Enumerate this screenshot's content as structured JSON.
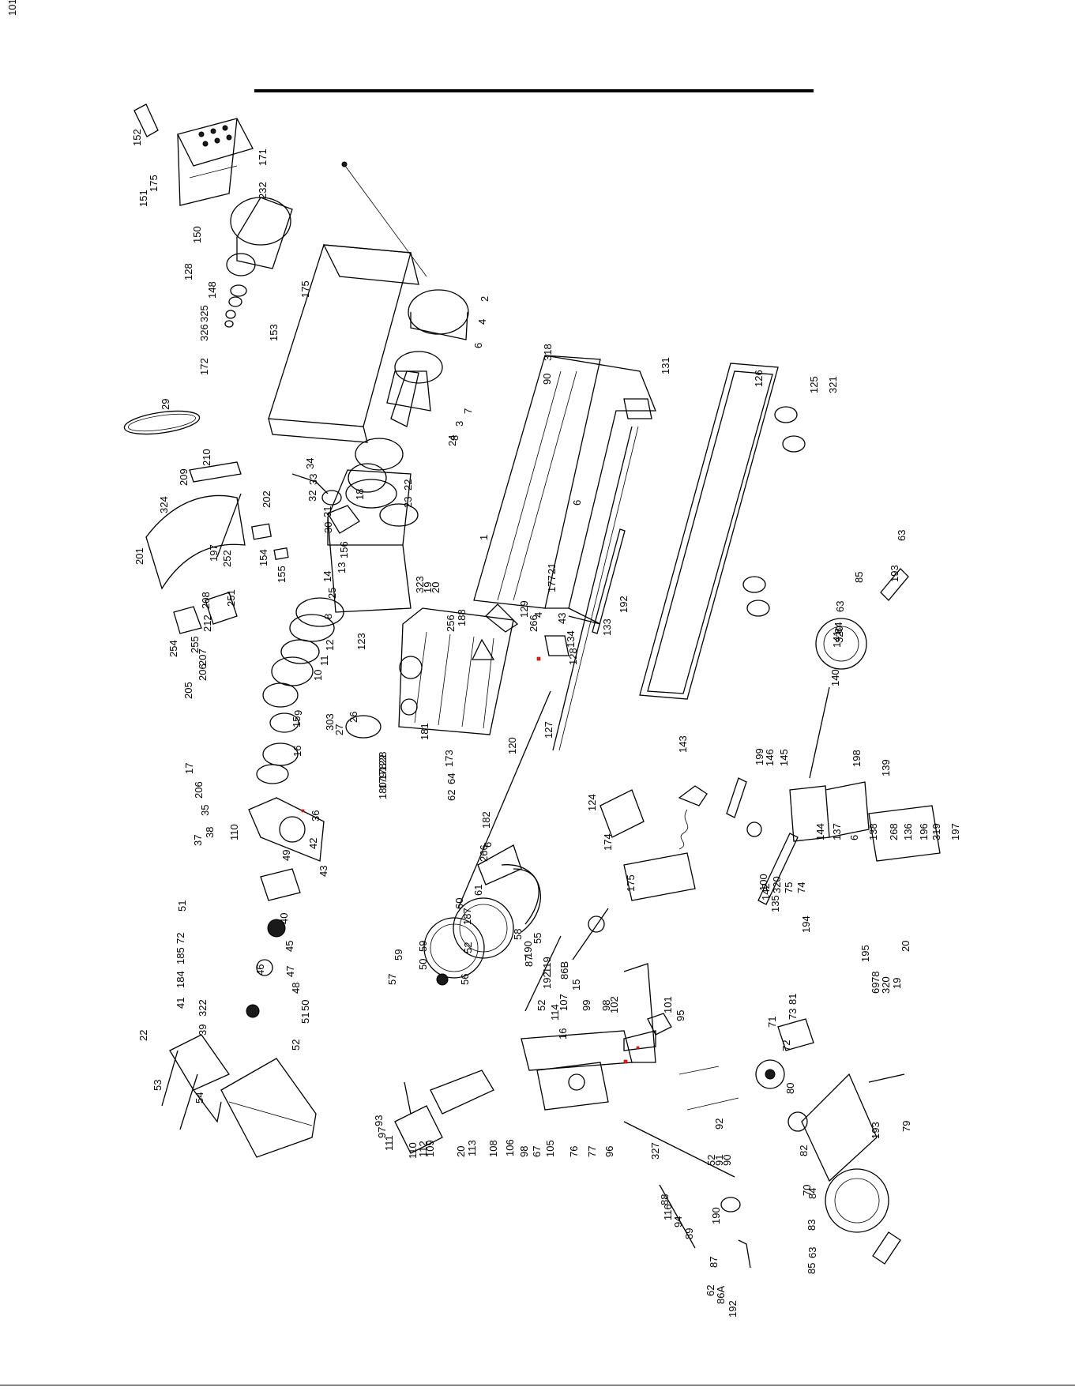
{
  "diagram": {
    "part_numbers": [
      "152",
      "175",
      "151",
      "171",
      "232",
      "150",
      "128",
      "148",
      "325",
      "326",
      "172",
      "175",
      "153",
      "2",
      "4",
      "6",
      "7",
      "3",
      "8",
      "318",
      "90",
      "131",
      "126",
      "125",
      "321",
      "29",
      "209",
      "210",
      "324",
      "202",
      "201",
      "197",
      "252",
      "251",
      "154",
      "155",
      "212",
      "208",
      "254",
      "255",
      "207",
      "206",
      "205",
      "34",
      "33",
      "32",
      "31",
      "30",
      "18",
      "156",
      "13",
      "14",
      "25",
      "8",
      "12",
      "11",
      "10",
      "9",
      "15",
      "16",
      "17",
      "206",
      "35",
      "37",
      "38",
      "110",
      "36",
      "42",
      "43",
      "22",
      "23",
      "24",
      "1",
      "323",
      "19",
      "20",
      "21",
      "177",
      "6",
      "129",
      "4",
      "266",
      "192",
      "133",
      "134",
      "128",
      "127",
      "43",
      "188",
      "256",
      "123",
      "26",
      "303",
      "27",
      "28",
      "122",
      "178",
      "179",
      "180",
      "181",
      "120",
      "173",
      "64",
      "62",
      "63",
      "193",
      "85",
      "63",
      "84",
      "320",
      "141",
      "140",
      "198",
      "139",
      "199",
      "146",
      "145",
      "144",
      "137",
      "6",
      "138",
      "268",
      "136",
      "196",
      "319",
      "197",
      "135",
      "142",
      "143",
      "124",
      "174",
      "175",
      "182",
      "6",
      "266",
      "61",
      "60",
      "187",
      "58",
      "59",
      "59",
      "50",
      "57",
      "56",
      "52",
      "51",
      "72",
      "185",
      "184",
      "41",
      "322",
      "39",
      "40",
      "45",
      "47",
      "46",
      "48",
      "50",
      "51",
      "52",
      "49",
      "22",
      "53",
      "54",
      "55",
      "190",
      "87",
      "119",
      "86B",
      "192",
      "52",
      "107",
      "114",
      "16",
      "15",
      "99",
      "98",
      "102",
      "101",
      "95",
      "93",
      "97",
      "111",
      "110",
      "112",
      "109",
      "20",
      "113",
      "108",
      "106",
      "98",
      "67",
      "105",
      "76",
      "77",
      "96",
      "100",
      "320",
      "75",
      "74",
      "194",
      "195",
      "78",
      "69",
      "320",
      "19",
      "20",
      "71",
      "81",
      "73",
      "72",
      "80",
      "82",
      "70",
      "84",
      "83",
      "63",
      "85",
      "193",
      "79",
      "327",
      "88",
      "116",
      "94",
      "89",
      "190",
      "87",
      "62",
      "86A",
      "192",
      "52",
      "91",
      "90",
      "92",
      "101"
    ]
  }
}
